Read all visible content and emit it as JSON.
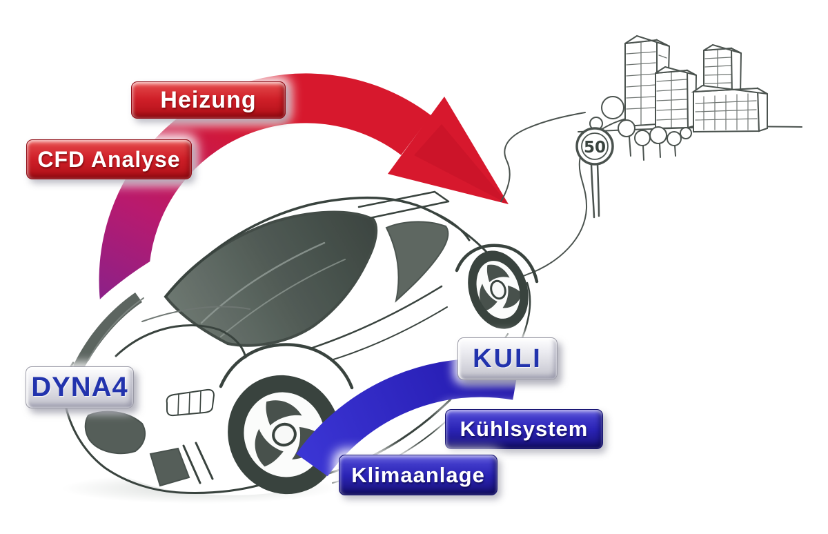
{
  "diagram": {
    "description_labels": {
      "heizung": "Heizung",
      "cfd_analyse": "CFD Analyse",
      "dyna4": "DYNA4",
      "kuli": "KULI",
      "kuehlsystem": "Kühlsystem",
      "klimaanlage": "Klimaanlage"
    },
    "sketch": {
      "speed_limit_sign": "50",
      "stroke_color": "#39433e"
    },
    "colors": {
      "hot_arc_red": "#d7182d",
      "transition_purple": "#7c2391",
      "cool_arc_blue": "#2b24c0",
      "red_button": "#cf1f28",
      "blue_button": "#2a23b5",
      "silver_button": "#dadae1",
      "silver_button_text": "#2233ad",
      "background": "#ffffff"
    }
  }
}
